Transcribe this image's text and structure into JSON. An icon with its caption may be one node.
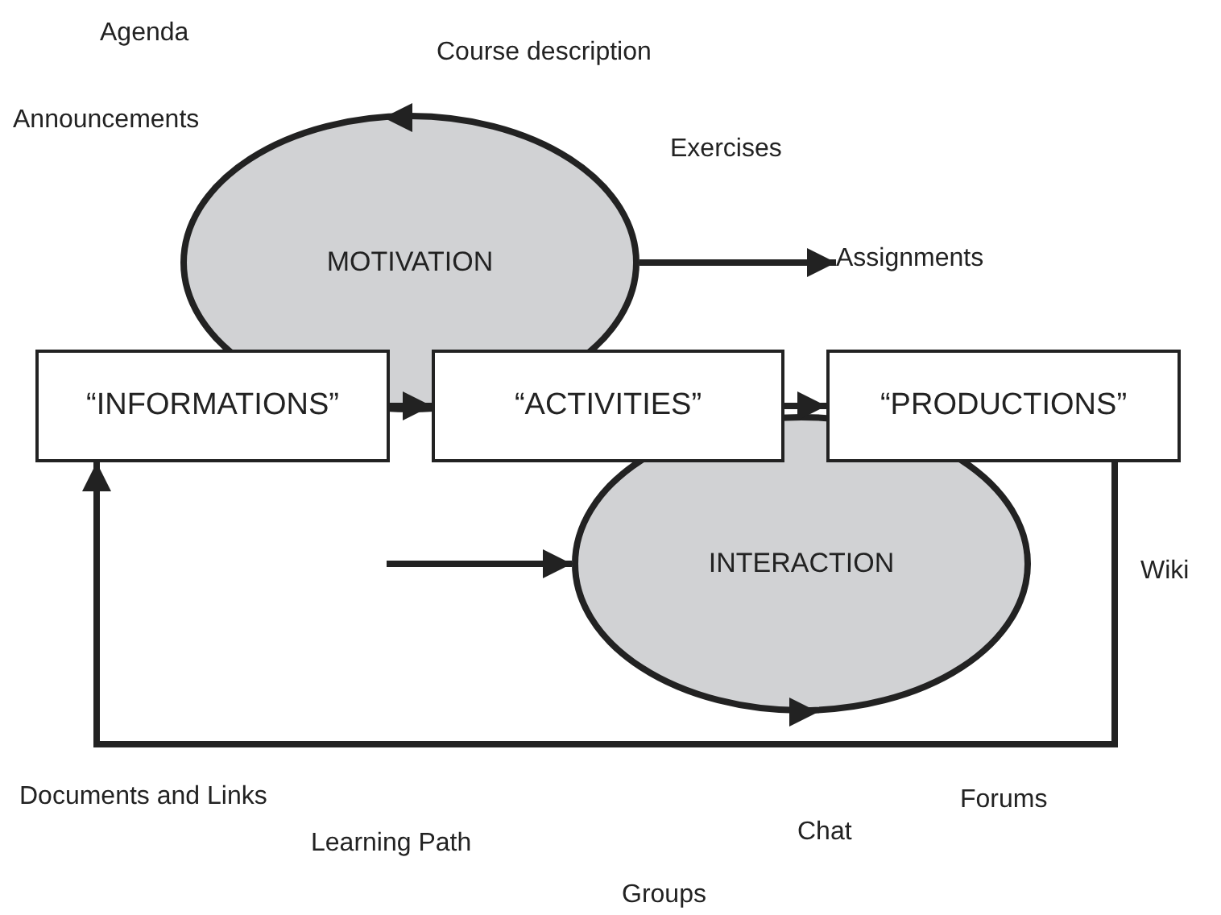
{
  "diagram": {
    "nodes": [
      {
        "text": [
          "“INFORMATIONS”"
        ]
      },
      {
        "text": [
          "“ACTIVITIES”"
        ]
      },
      {
        "text": [
          "“PRODUCTIONS”"
        ]
      },
      {
        "text": [
          "MOTIVATION"
        ]
      },
      {
        "text": [
          "INTERACTION"
        ]
      },
      {
        "text": [
          "Assignments"
        ]
      }
    ],
    "edges": [
      {
        "from": 0,
        "to": 1,
        "arrow": "to"
      },
      {
        "from": 1,
        "to": 2,
        "arrow": "to"
      },
      {
        "from": 3,
        "to": 5,
        "arrow": "to"
      },
      {
        "from": 2,
        "to": 0,
        "arrow": "to"
      },
      {
        "from": null,
        "to": 4,
        "arrow": "to"
      }
    ],
    "labels": [
      "Agenda",
      "Course description",
      "Announcements",
      "Exercises",
      "Wiki",
      "Documents and Links",
      "Learning Path",
      "Chat",
      "Forums",
      "Groups"
    ]
  }
}
